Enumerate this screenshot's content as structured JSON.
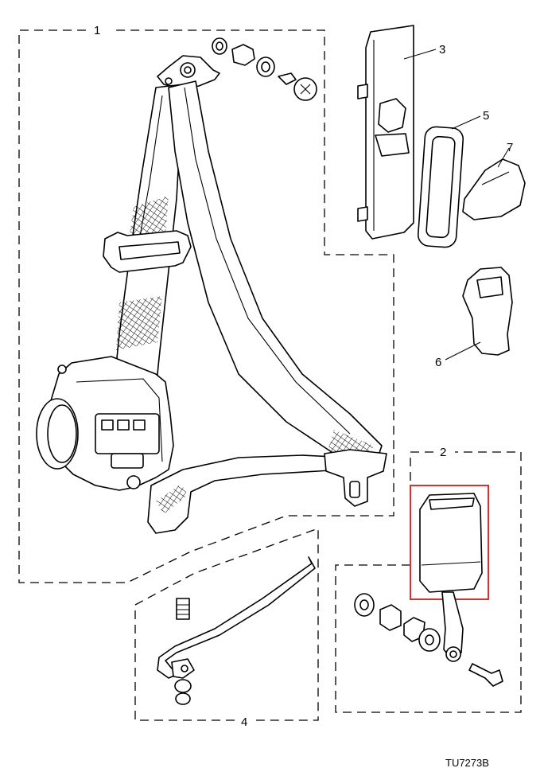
{
  "callouts": {
    "c1": "1",
    "c2": "2",
    "c3": "3",
    "c4": "4",
    "c5": "5",
    "c6": "6",
    "c7": "7"
  },
  "drawing_code": "TU7273B",
  "colors": {
    "ink": "#000000",
    "highlight": "#d9302c",
    "background": "#ffffff"
  }
}
